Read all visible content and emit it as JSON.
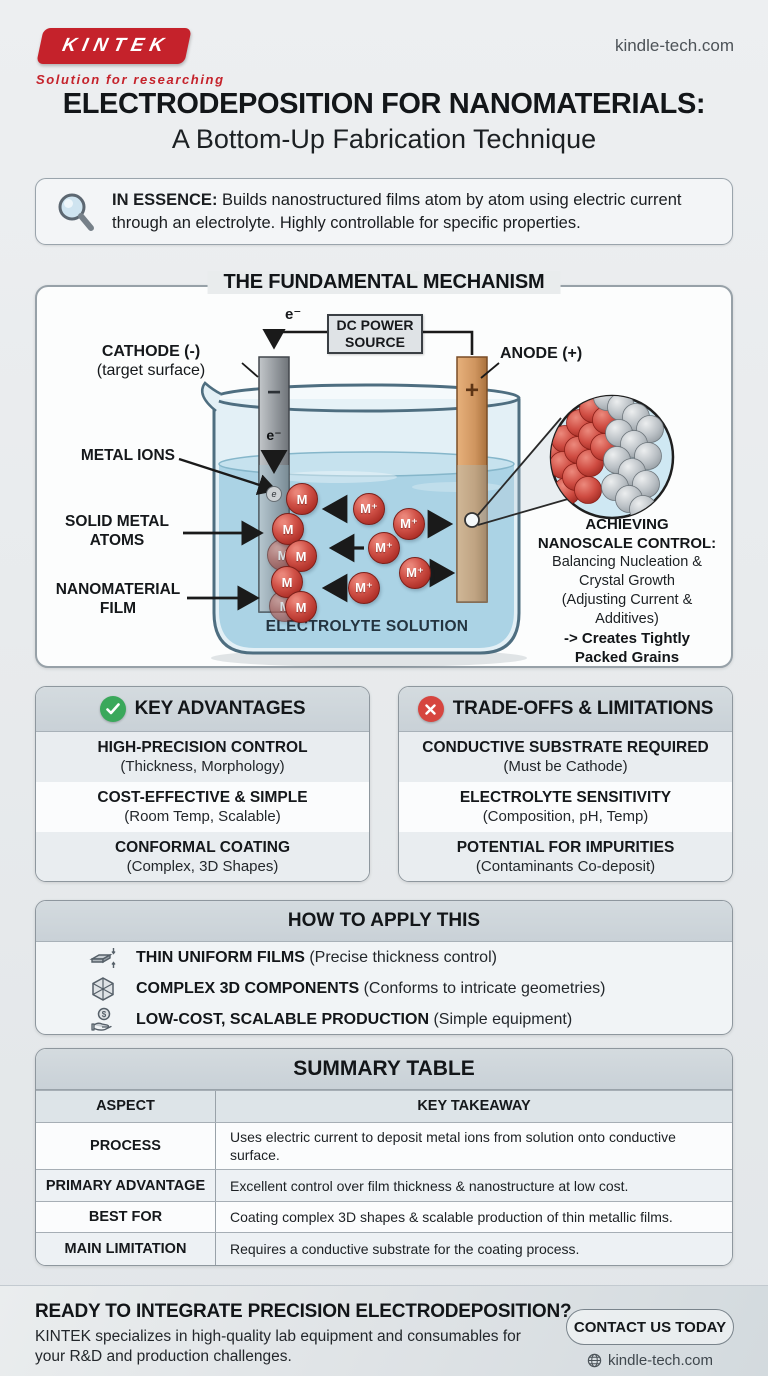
{
  "brand": {
    "logo": "KINTEK",
    "tagline": "Solution for researching",
    "website": "kindle-tech.com"
  },
  "title": {
    "line1": "ELECTRODEPOSITION FOR NANOMATERIALS:",
    "line2": "A Bottom-Up Fabrication Technique"
  },
  "essence": {
    "label": "IN ESSENCE:",
    "text": "Builds nanostructured films atom by atom using electric current through an electrolyte. Highly controllable for specific properties."
  },
  "mechanism": {
    "title": "THE FUNDAMENTAL MECHANISM",
    "power_line1": "DC POWER",
    "power_line2": "SOURCE",
    "electron_top": "e⁻",
    "electron_flow": "e⁻",
    "electron_small": "e",
    "cathode_label": "CATHODE (-)",
    "cathode_sub": "(target surface)",
    "anode_label": "ANODE (+)",
    "minus_sign": "−",
    "plus_sign": "+",
    "metal_ions_label": "METAL IONS",
    "solid_metal_line1": "SOLID METAL",
    "solid_metal_line2": "ATOMS",
    "film_line1": "NANOMATERIAL",
    "film_line2": "FILM",
    "solution_label": "ELECTROLYTE SOLUTION",
    "atom_symbol": "M",
    "ion_symbol": "M⁺",
    "inset": {
      "heading_line1": "ACHIEVING",
      "heading_line2": "NANOSCALE CONTROL:",
      "body_line1": "Balancing Nucleation &",
      "body_line2": "Crystal Growth",
      "body_line3": "(Adjusting Current &",
      "body_line4": "Additives)",
      "result_line1": "-> Creates Tightly",
      "result_line2": "Packed Grains"
    }
  },
  "advantages": {
    "title": "KEY ADVANTAGES",
    "icon": "check-icon",
    "items": [
      {
        "title": "HIGH-PRECISION CONTROL",
        "sub": "(Thickness, Morphology)"
      },
      {
        "title": "COST-EFFECTIVE & SIMPLE",
        "sub": "(Room Temp, Scalable)"
      },
      {
        "title": "CONFORMAL COATING",
        "sub": "(Complex, 3D Shapes)"
      }
    ]
  },
  "tradeoffs": {
    "title": "TRADE-OFFS & LIMITATIONS",
    "icon": "cross-icon",
    "items": [
      {
        "title": "CONDUCTIVE SUBSTRATE REQUIRED",
        "sub": "(Must be Cathode)"
      },
      {
        "title": "ELECTROLYTE SENSITIVITY",
        "sub": "(Composition, pH, Temp)"
      },
      {
        "title": "POTENTIAL FOR IMPURITIES",
        "sub": "(Contaminants Co-deposit)"
      }
    ]
  },
  "apply": {
    "title": "HOW TO APPLY THIS",
    "items": [
      {
        "icon": "thin-film-icon",
        "bold": "THIN UNIFORM FILMS",
        "normal": "(Precise thickness control)"
      },
      {
        "icon": "cube-icon",
        "bold": "COMPLEX 3D COMPONENTS",
        "normal": "(Conforms to intricate geometries)"
      },
      {
        "icon": "hand-coin-icon",
        "bold": "LOW-COST, SCALABLE PRODUCTION",
        "normal": "(Simple equipment)"
      }
    ]
  },
  "summary": {
    "title": "SUMMARY TABLE",
    "col_aspect": "ASPECT",
    "col_takeaway": "KEY TAKEAWAY",
    "rows": [
      {
        "aspect": "PROCESS",
        "takeaway": "Uses electric current to deposit metal ions from solution onto conductive surface."
      },
      {
        "aspect": "PRIMARY ADVANTAGE",
        "takeaway": "Excellent control over film thickness & nanostructure at low cost."
      },
      {
        "aspect": "BEST FOR",
        "takeaway": "Coating complex 3D shapes & scalable production of thin metallic films."
      },
      {
        "aspect": "MAIN LIMITATION",
        "takeaway": "Requires a conductive substrate for the coating process."
      }
    ]
  },
  "footer": {
    "heading": "READY TO INTEGRATE PRECISION ELECTRODEPOSITION?",
    "body": "KINTEK specializes in high-quality lab equipment and consumables for your R&D and production challenges.",
    "button_label": "CONTACT US TODAY",
    "website": "kindle-tech.com"
  },
  "colors": {
    "brand_red": "#c5222b",
    "check_green": "#3aa85b",
    "cross_red": "#d6453f",
    "water_blue": "#abd3e5",
    "anode_copper": "#d59a67",
    "ion_red": "#c64a44"
  }
}
